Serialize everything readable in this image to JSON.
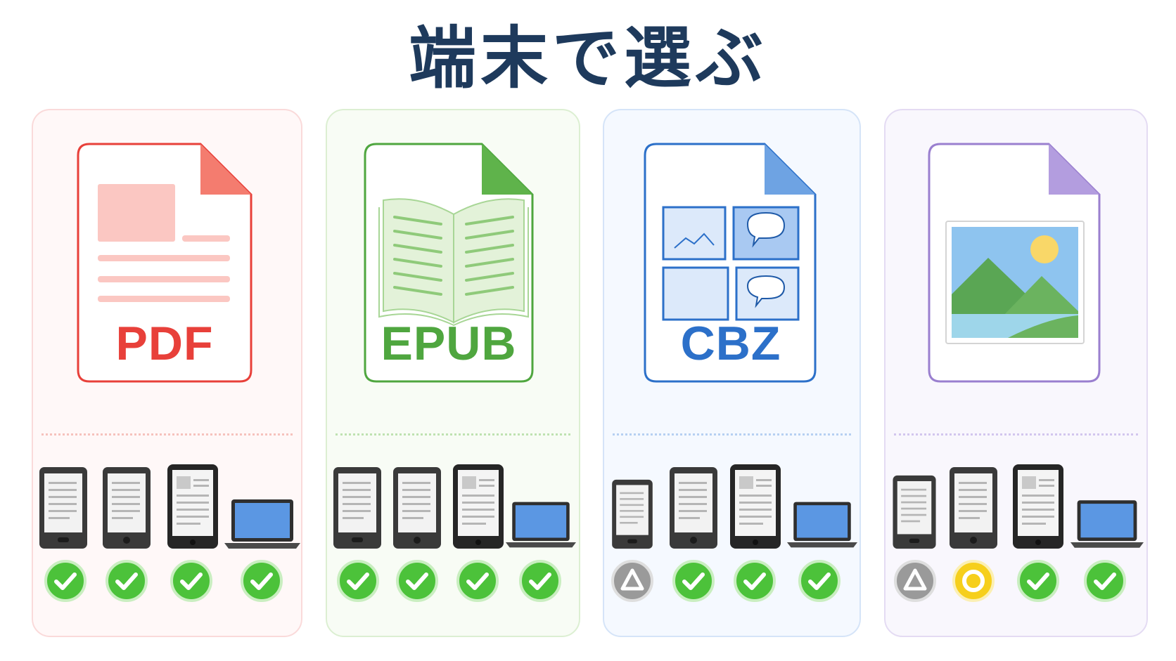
{
  "title": "端末で選ぶ",
  "colors": {
    "pdf": "#e8403a",
    "epub": "#4fa63f",
    "cbz": "#2c70c9",
    "image": "#9a7fcf",
    "check": "#4cc23a",
    "triangle": "#9a9a9a",
    "circle": "#f6cf1c"
  },
  "formats": [
    {
      "key": "pdf",
      "label": "PDF",
      "icon": "pdf-document-icon",
      "devices": [
        "e-reader",
        "e-reader",
        "tablet",
        "laptop"
      ],
      "support": [
        "check",
        "check",
        "check",
        "check"
      ]
    },
    {
      "key": "epub",
      "label": "EPUB",
      "icon": "open-book-icon",
      "devices": [
        "e-reader",
        "e-reader",
        "tablet",
        "laptop"
      ],
      "support": [
        "check",
        "check",
        "check",
        "check"
      ]
    },
    {
      "key": "cbz",
      "label": "CBZ",
      "icon": "comic-panels-icon",
      "devices": [
        "e-reader",
        "e-reader",
        "tablet",
        "laptop"
      ],
      "support": [
        "triangle",
        "check",
        "check",
        "check"
      ]
    },
    {
      "key": "image",
      "label": "",
      "icon": "landscape-image-icon",
      "devices": [
        "e-reader",
        "e-reader",
        "tablet",
        "laptop"
      ],
      "support": [
        "triangle",
        "circle",
        "check",
        "check"
      ]
    }
  ]
}
